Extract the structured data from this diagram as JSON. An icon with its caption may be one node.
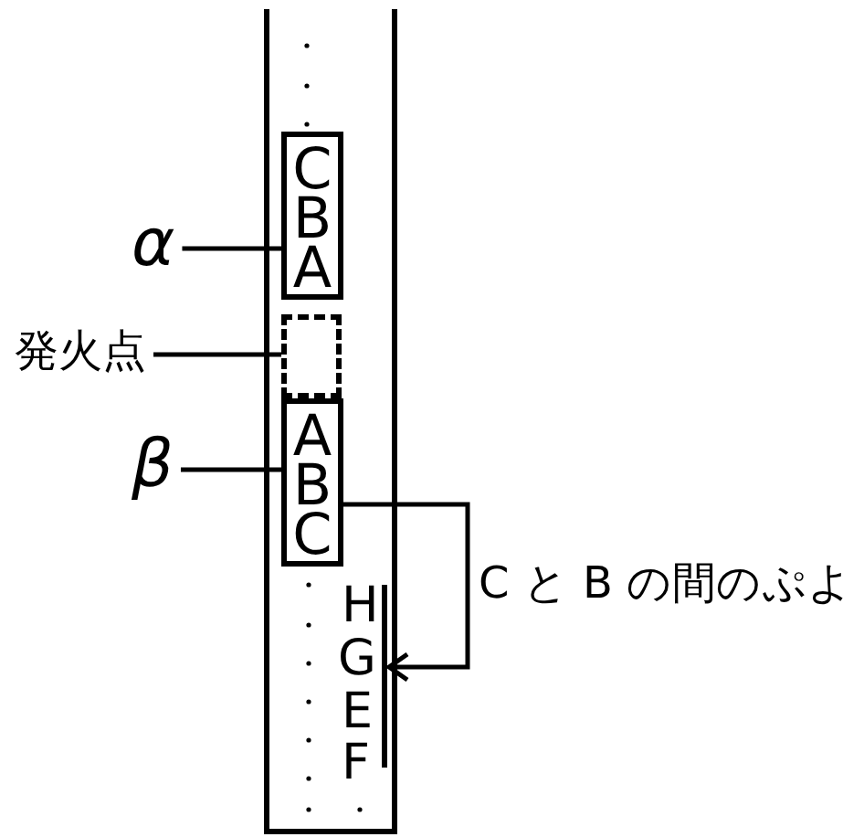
{
  "diagram": {
    "nodes": [
      {
        "text": [
          "α"
        ]
      },
      {
        "text": [
          "C",
          "B",
          "A"
        ]
      },
      {
        "text": [
          "発火点"
        ]
      },
      {
        "text": [],
        "shape": "box"
      },
      {
        "text": [
          "β"
        ]
      },
      {
        "text": [
          "A",
          "B",
          "C"
        ]
      },
      {
        "text": [],
        "shape": "bar"
      }
    ],
    "edges": [
      {
        "from": 0,
        "to": 1,
        "arrow": "none"
      },
      {
        "from": 2,
        "to": 3,
        "arrow": "none"
      },
      {
        "from": 4,
        "to": 5,
        "arrow": "none"
      },
      {
        "from": 5,
        "to": 6,
        "arrow": "to",
        "label": "C と B の間のぷよ"
      }
    ],
    "labels": [
      "H",
      "G",
      "E",
      "F"
    ]
  }
}
